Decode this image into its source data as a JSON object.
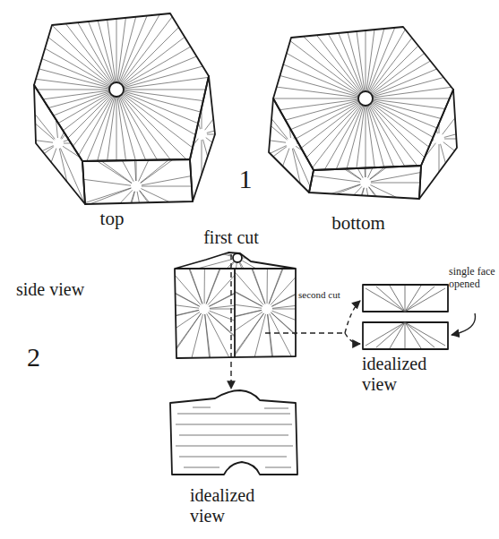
{
  "diagram": {
    "labels": [
      "top",
      "bottom",
      "1",
      "first cut",
      "side view",
      "2",
      "second cut",
      "single face opened",
      "idealized view",
      "idealized view"
    ]
  }
}
